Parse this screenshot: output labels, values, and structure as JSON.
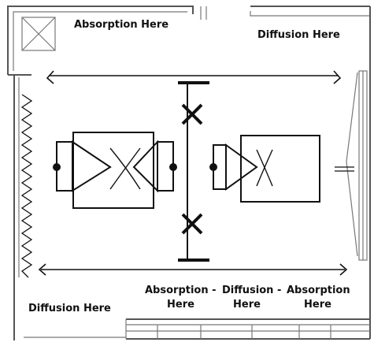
{
  "labels": {
    "absorption_top": "Absorption Here",
    "diffusion_top": "Diffusion Here",
    "diffusion_left": "Diffusion Here",
    "bottom_absorption_1": "Absorption -",
    "bottom_diffusion": "Diffusion -",
    "bottom_absorption_2": "Absorption",
    "bottom_here_1": "Here",
    "bottom_here_2": "Here",
    "bottom_here_3": "Here"
  },
  "icons": {
    "speaker": "speaker-icon",
    "dispersion": "dispersion-x-icon",
    "listening_position": "listening-position-icon",
    "reference_point": "reference-point-icon",
    "zigzag": "diffuser-zigzag-icon",
    "window": "window-icon",
    "dimension_arrow": "double-arrow-icon"
  }
}
